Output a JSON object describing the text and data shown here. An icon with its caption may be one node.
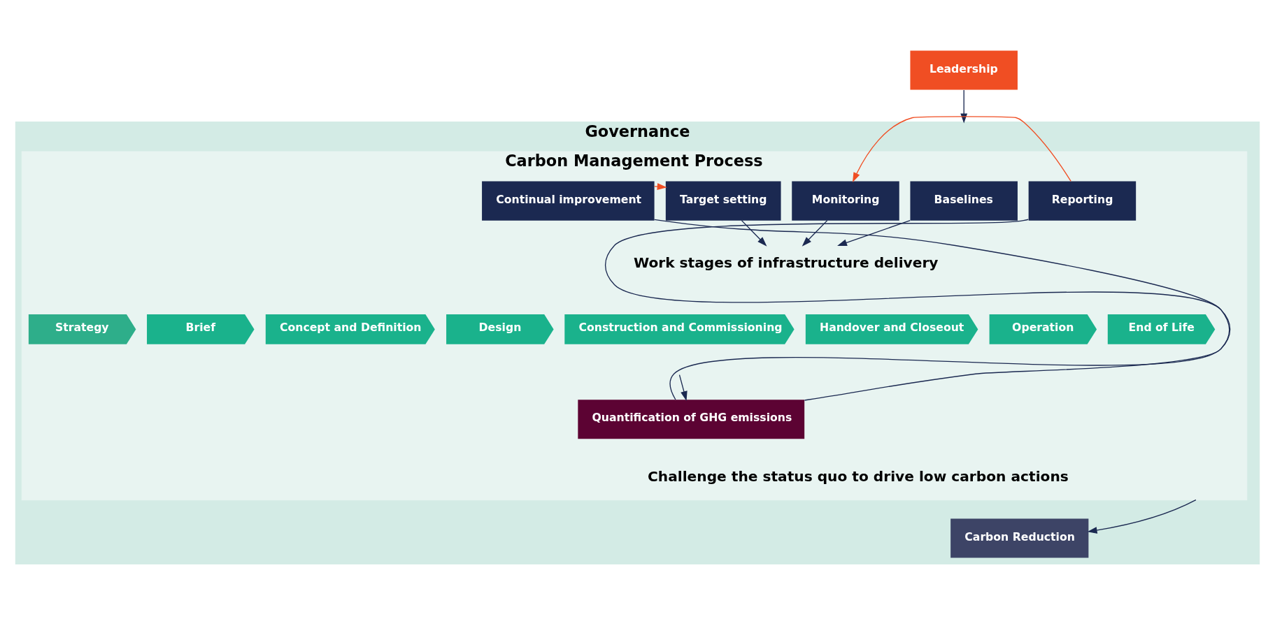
{
  "diagram": {
    "nodes": [
      {
        "text": [
          "Leadership"
        ]
      },
      {
        "text": [
          "Governance"
        ]
      },
      {
        "text": [
          "Carbon Management Process"
        ],
        "in": 1
      },
      {
        "text": [
          "Continual improvement"
        ],
        "in": 2
      },
      {
        "text": [
          "Target setting"
        ],
        "in": 2
      },
      {
        "text": [
          "Baselines"
        ],
        "in": 2
      },
      {
        "text": [
          "Monitoring"
        ],
        "in": 2
      },
      {
        "text": [
          "Reporting"
        ],
        "in": 2
      },
      {
        "text": [
          "Work stages of infrastructure delivery"
        ],
        "in": 2
      },
      {
        "text": [
          "Strategy"
        ],
        "in": 2
      },
      {
        "text": [
          "Brief"
        ],
        "in": 2
      },
      {
        "text": [
          "Concept and Definition"
        ],
        "in": 2
      },
      {
        "text": [
          "Design"
        ],
        "in": 2
      },
      {
        "text": [
          "Construction and Commissioning"
        ],
        "in": 2
      },
      {
        "text": [
          "Handover and Closeout"
        ],
        "in": 2
      },
      {
        "text": [
          "Operation"
        ],
        "in": 2
      },
      {
        "text": [
          "End of Life"
        ],
        "in": 2
      },
      {
        "text": [
          "Quantification of GHG emissions"
        ],
        "in": 2
      },
      {
        "text": [
          "Carbon Reduction"
        ],
        "in": 1
      }
    ],
    "edges": [
      {
        "from": 0,
        "to": 1,
        "arrow": "to"
      },
      {
        "from": 3,
        "to": 4,
        "arrow": "to",
        "color": "#f04e23"
      },
      {
        "from": 7,
        "to": 6,
        "arrow": "to",
        "color": "#f04e23"
      },
      {
        "from": 4,
        "to": 8,
        "arrow": "to"
      },
      {
        "from": 5,
        "to": 8,
        "arrow": "to"
      },
      {
        "from": 6,
        "to": 8,
        "arrow": "to"
      },
      {
        "from": null,
        "to": 17,
        "arrow": "to"
      },
      {
        "from": 17,
        "to": 3,
        "arrow": "none"
      },
      {
        "from": 17,
        "to": 7,
        "arrow": "none"
      },
      {
        "from": 2,
        "to": 18,
        "arrow": "to"
      }
    ],
    "labels": [
      "Challenge the status quo to drive low carbon actions"
    ]
  }
}
